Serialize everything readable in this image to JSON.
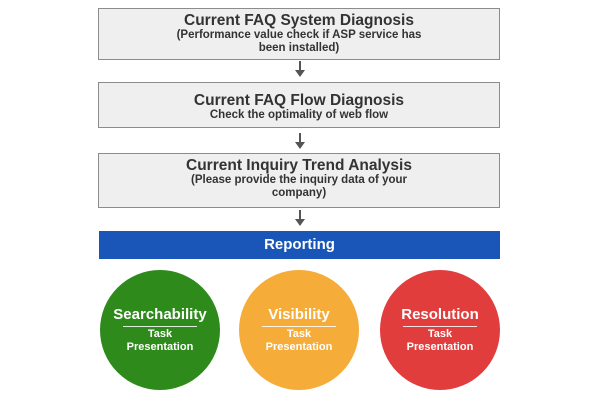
{
  "steps": [
    {
      "title": "Current FAQ System Diagnosis",
      "sub_line1": "(Performance value check if ASP service has",
      "sub_line2": "been installed)"
    },
    {
      "title": "Current FAQ Flow Diagnosis",
      "sub_line1": "Check the optimality of web flow"
    },
    {
      "title": "Current Inquiry Trend Analysis",
      "sub_line1": "(Please provide the inquiry data of your",
      "sub_line2": "company)"
    }
  ],
  "reporting": {
    "label": "Reporting",
    "color": "#1a56b8"
  },
  "outcomes": [
    {
      "title": "Searchability",
      "desc_line1": "Task",
      "desc_line2": "Presentation",
      "color": "#2e8a1b"
    },
    {
      "title": "Visibility",
      "desc_line1": "Task",
      "desc_line2": "Presentation",
      "color": "#f5ac39"
    },
    {
      "title": "Resolution",
      "desc_line1": "Task",
      "desc_line2": "Presentation",
      "color": "#e23d3d"
    }
  ],
  "icons": {
    "connector": "arrow-down-icon"
  }
}
